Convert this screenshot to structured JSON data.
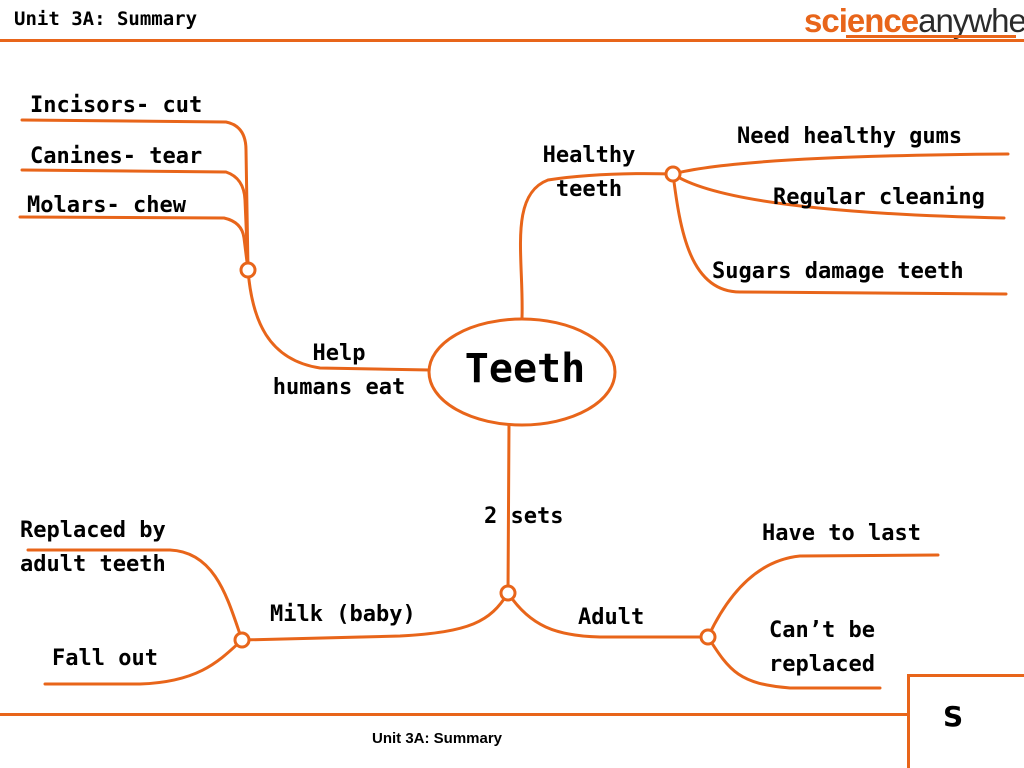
{
  "header": {
    "title": "Unit 3A: Summary",
    "logo_part1": "science",
    "logo_part2": "anywhere"
  },
  "footer": {
    "title": "Unit 3A: Summary",
    "letter": "S"
  },
  "colors": {
    "accent": "#e8651a",
    "text": "#000000",
    "background": "#ffffff"
  },
  "mindmap": {
    "center": "Teeth",
    "help": {
      "label_line1": "Help",
      "label_line2": "humans eat",
      "items": [
        "Incisors- cut",
        "Canines- tear",
        "Molars- chew"
      ]
    },
    "healthy": {
      "label_line1": "Healthy",
      "label_line2": "teeth",
      "items": [
        "Need healthy gums",
        "Regular cleaning",
        "Sugars damage teeth"
      ]
    },
    "sets": {
      "label": "2 sets",
      "milk": {
        "label": "Milk (baby)",
        "items": [
          {
            "line1": "Replaced by",
            "line2": "adult teeth"
          },
          {
            "line1": "Fall out"
          }
        ]
      },
      "adult": {
        "label": "Adult",
        "items": [
          {
            "line1": "Have to last"
          },
          {
            "line1": "Can’t be",
            "line2": "replaced"
          }
        ]
      }
    }
  }
}
